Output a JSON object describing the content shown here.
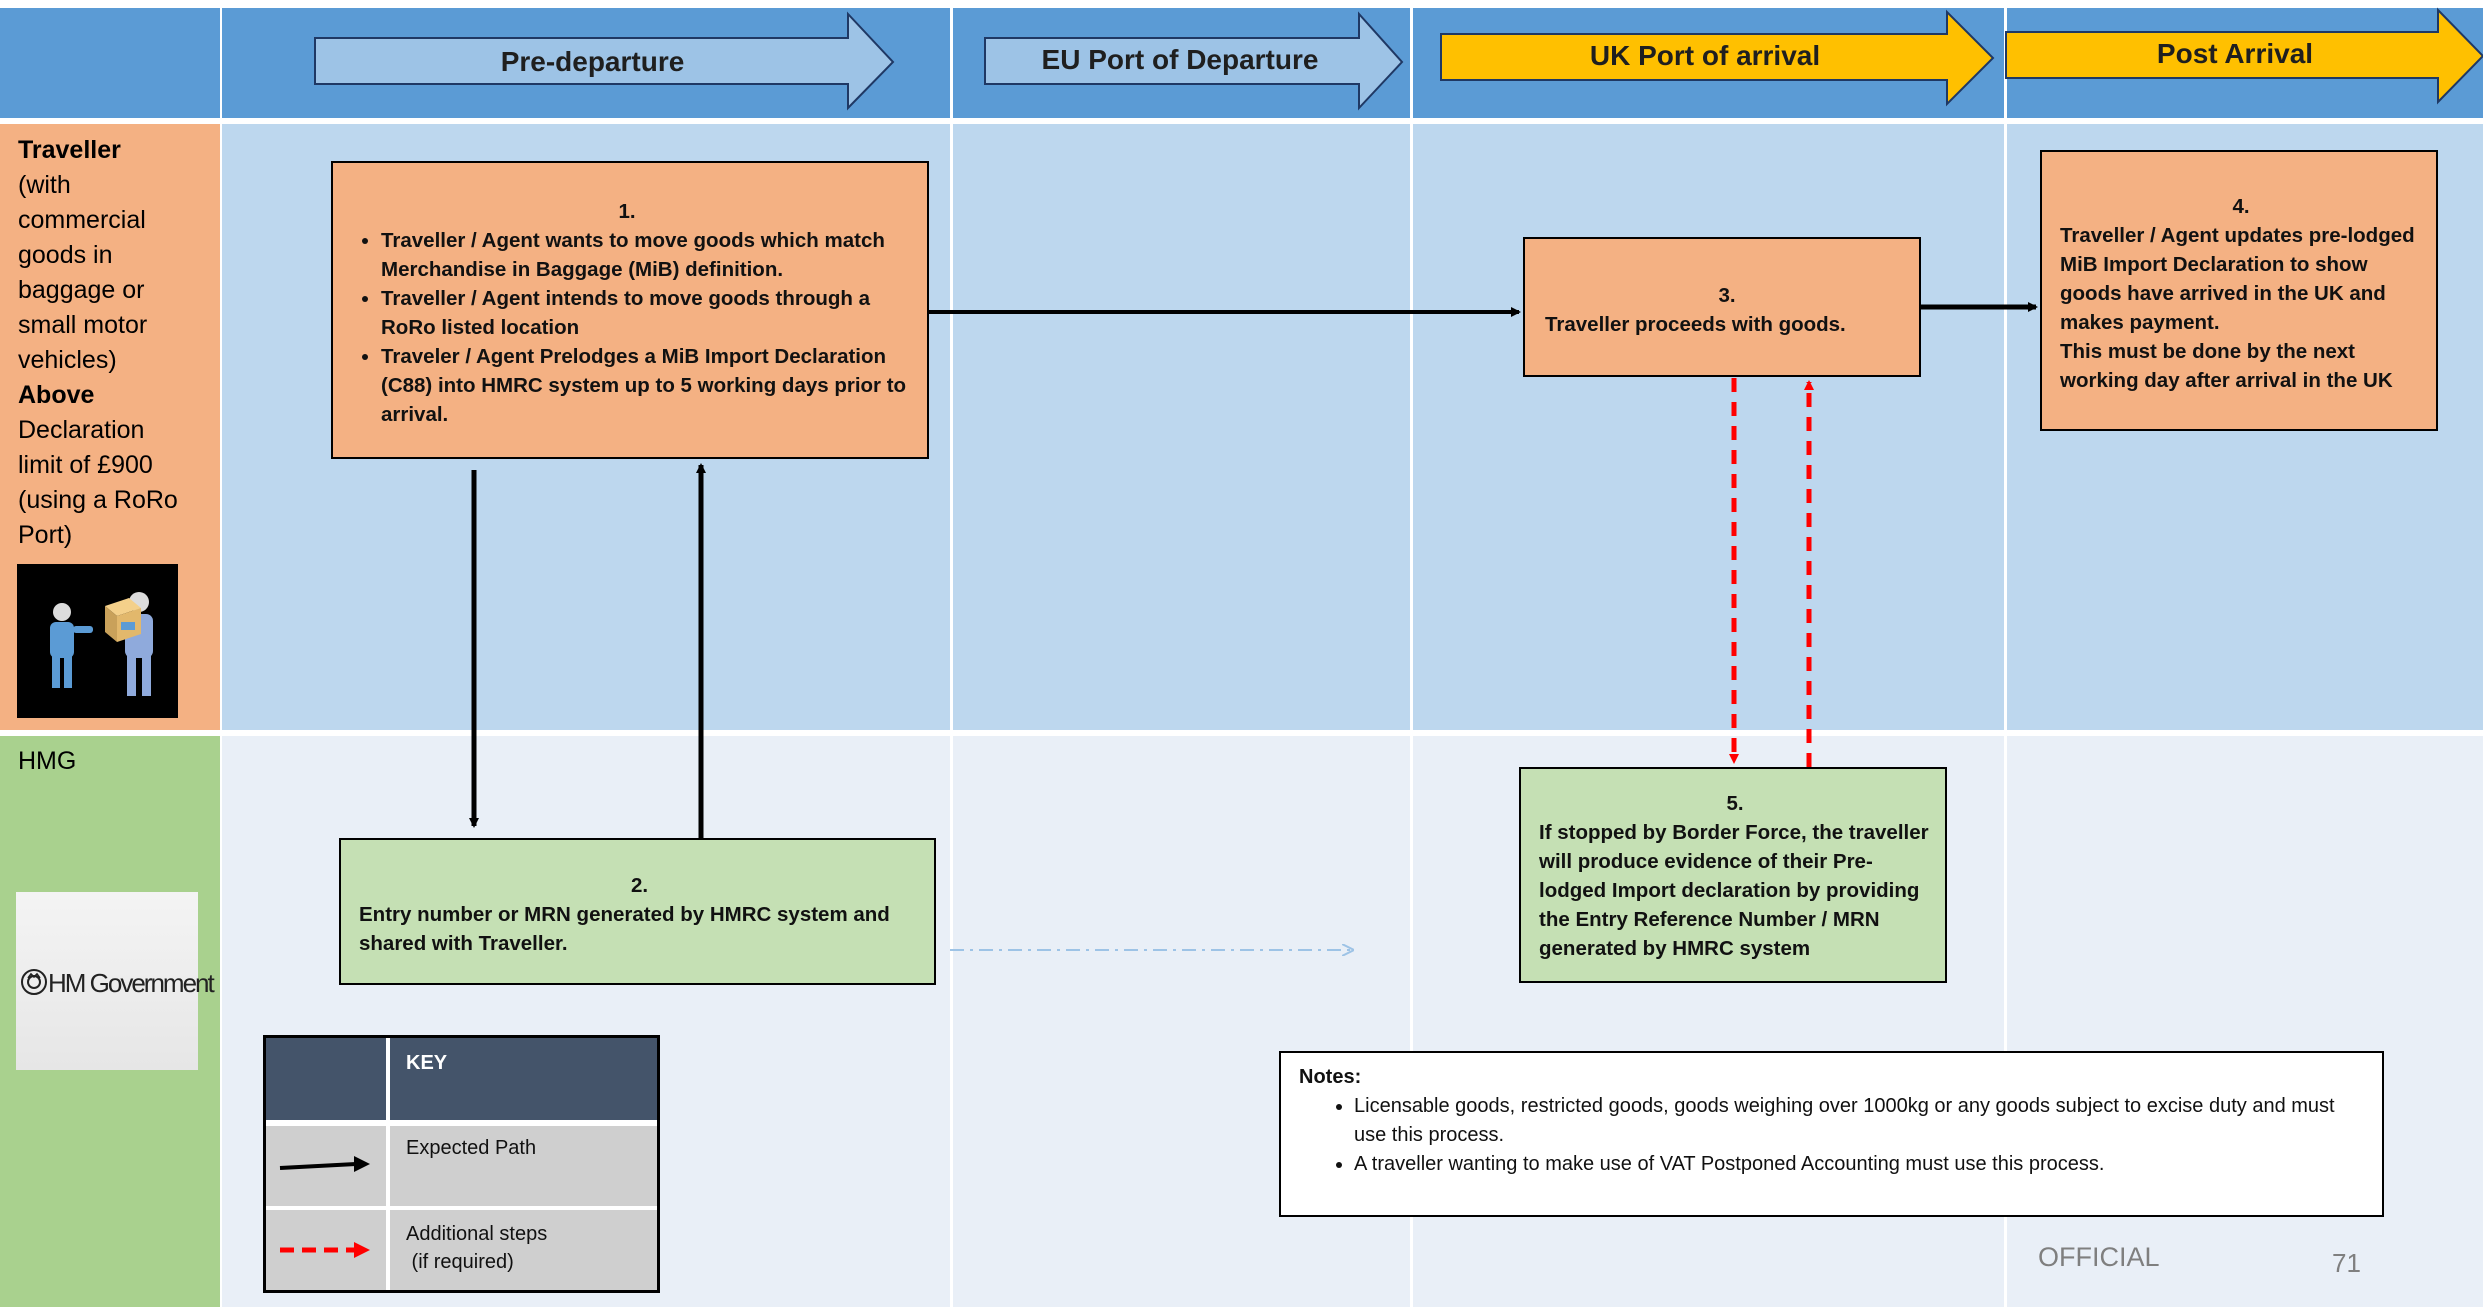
{
  "phases": [
    {
      "label": "Pre-departure",
      "color": "#9dc3e6"
    },
    {
      "label": "EU Port of Departure",
      "color": "#9dc3e6"
    },
    {
      "label": "UK Port of arrival",
      "color": "#ffc000"
    },
    {
      "label": "Post Arrival",
      "color": "#ffc000"
    }
  ],
  "lanes": {
    "traveller": {
      "title_bold": "Traveller",
      "line1": "(with",
      "line2": "commercial",
      "line3": "goods in",
      "line4": "baggage or",
      "line5": "small motor",
      "line6": "vehicles)",
      "above": "Above",
      "line7": "Declaration",
      "line8": "limit of £900",
      "line9": "(using a RoRo",
      "line10": "Port)",
      "icon": "people-handover-icon"
    },
    "hmg": {
      "title": "HMG",
      "logo_text": "HM Government",
      "logo_icon": "crown-crest-icon"
    }
  },
  "steps": {
    "s1": {
      "num": "1.",
      "bullets": [
        "Traveller / Agent wants to move goods which match Merchandise in Baggage (MiB) definition.",
        "Traveller / Agent intends to move goods through a RoRo listed location",
        "Traveler / Agent Prelodges a MiB Import Declaration (C88) into HMRC system up to 5 working days prior to arrival."
      ]
    },
    "s2": {
      "num": "2.",
      "text": "Entry number or MRN generated by HMRC system and shared with Traveller."
    },
    "s3": {
      "num": "3.",
      "text": "Traveller proceeds with goods."
    },
    "s4": {
      "num": "4.",
      "text": "Traveller / Agent updates pre-lodged MiB Import Declaration to show goods have arrived in the UK and makes payment.",
      "text2": "This must be done by the next working day after arrival in the UK"
    },
    "s5": {
      "num": "5.",
      "text": "If stopped by Border Force, the traveller will  produce evidence of their Pre-lodged Import declaration by providing the Entry Reference Number / MRN generated by HMRC system"
    }
  },
  "key": {
    "title": "KEY",
    "expected": "Expected Path",
    "additional_1": "Additional steps",
    "additional_2": " (if required)",
    "expected_color": "#000000",
    "additional_color": "#ff0000"
  },
  "notes": {
    "title": "Notes:",
    "items": [
      "Licensable goods, restricted goods, goods weighing over 1000kg or any goods subject to excise duty and must use this process.",
      "A traveller wanting to make use of VAT Postponed Accounting must use this process."
    ]
  },
  "footer": {
    "classification": "OFFICIAL",
    "page": "71"
  }
}
